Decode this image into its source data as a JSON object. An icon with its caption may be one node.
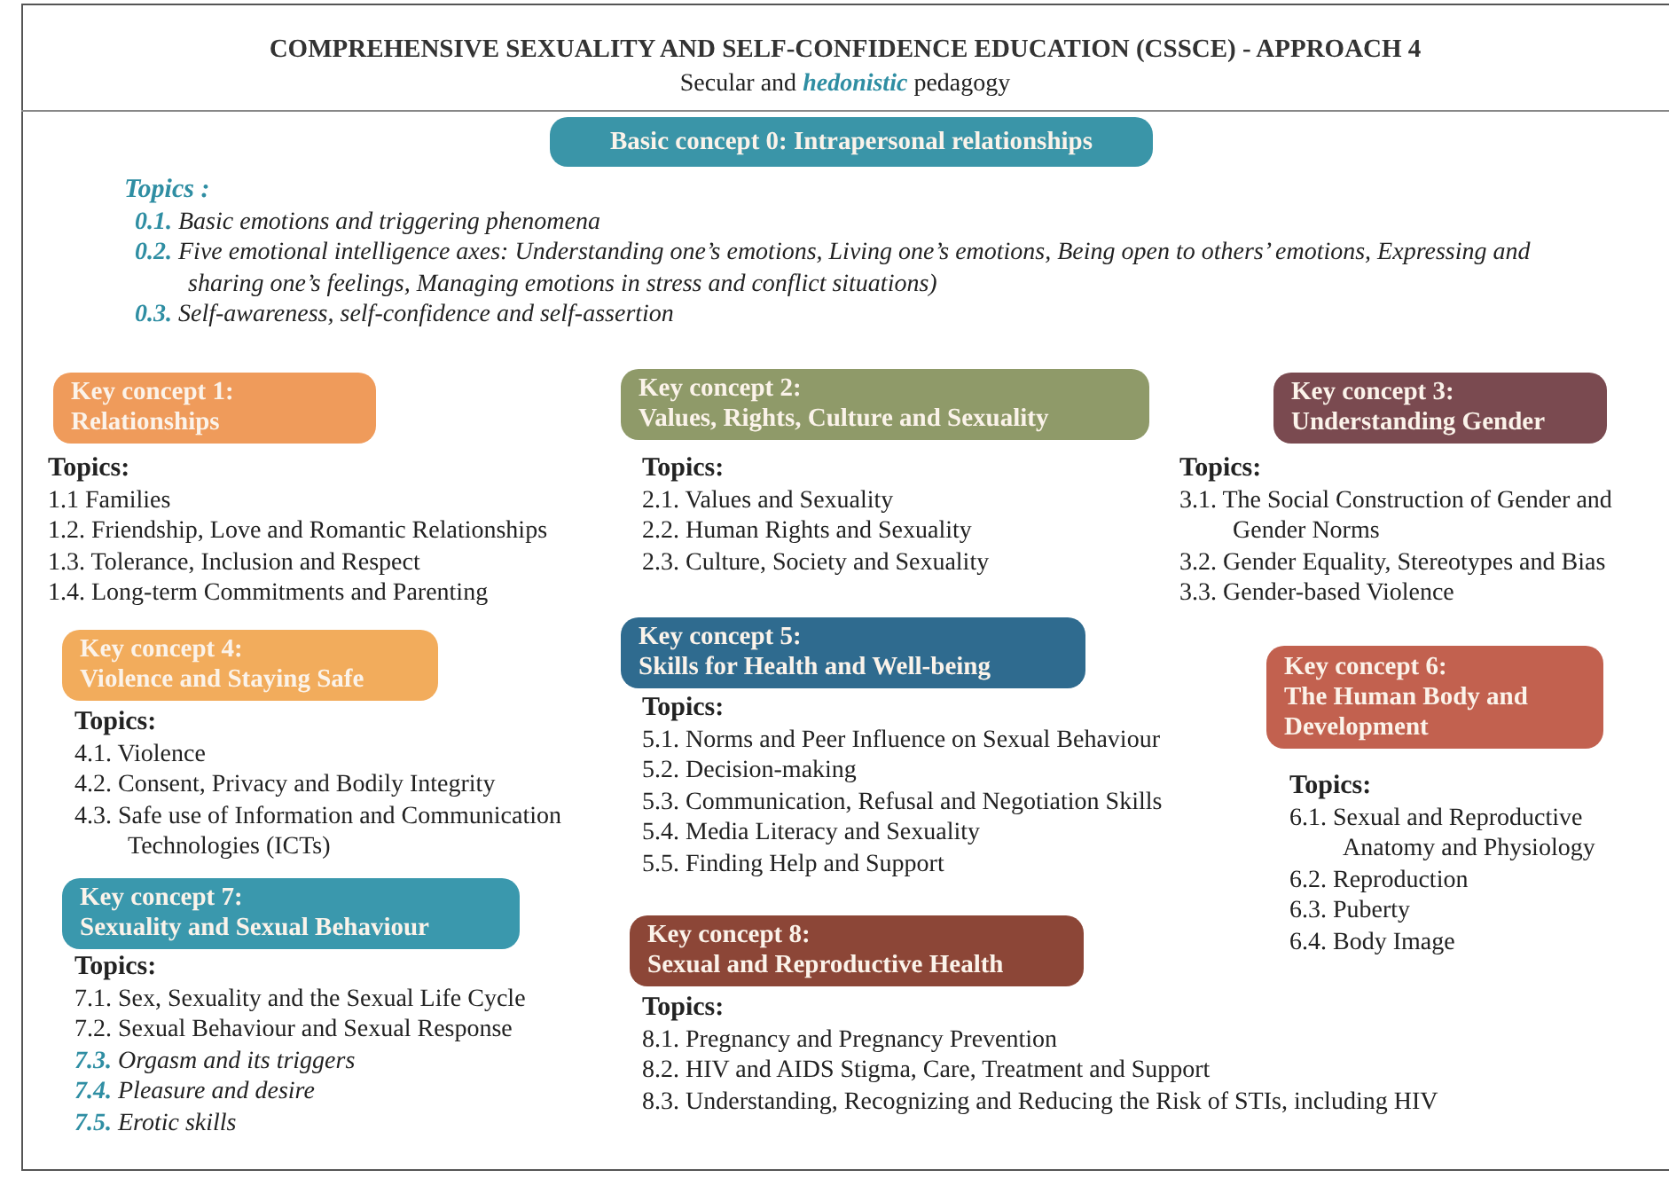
{
  "diagram": {
    "title": "COMPREHENSIVE SEXUALITY AND SELF-CONFIDENCE EDUCATION (CSSCE) - APPROACH 4",
    "nodes": [
      {
        "text": [
          "Basic concept 0: Intrapersonal relationships"
        ],
        "beside": [
          "Topics :",
          "**0.1.** *Basic emotions and triggering phenomena*",
          "**0.2.** *Five emotional intelligence axes: Understanding one’s emotions, Living one’s emotions, Being open to others’ emotions, Expressing and sharing one’s feelings, Managing emotions in stress and conflict situations)*",
          "**0.3.** *Self-awareness, self-confidence and self-assertion*"
        ]
      },
      {
        "text": [
          "Key concept 1:",
          "Relationships"
        ],
        "beside": [
          "Topics:",
          "1.1  Families",
          "1.2. Friendship, Love and Romantic Relationships",
          "1.3. Tolerance, Inclusion and Respect",
          "1.4. Long-term Commitments and Parenting"
        ]
      },
      {
        "text": [
          "Key concept 2:",
          "Values, Rights, Culture and Sexuality"
        ],
        "beside": [
          "Topics:",
          "2.1. Values and Sexuality",
          "2.2. Human Rights and Sexuality",
          "2.3. Culture, Society and Sexuality"
        ]
      },
      {
        "text": [
          "Key concept 3:",
          "Understanding Gender"
        ],
        "beside": [
          "Topics:",
          "3.1. The Social Construction of Gender and Gender Norms",
          "3.2. Gender Equality, Stereotypes and Bias",
          "3.3. Gender-based Violence"
        ]
      },
      {
        "text": [
          "Key concept 4:",
          "Violence and Staying Safe"
        ],
        "beside": [
          "Topics:",
          "4.1. Violence",
          "4.2. Consent, Privacy and Bodily Integrity",
          "4.3. Safe use of Information and Communication Technologies (ICTs)"
        ]
      },
      {
        "text": [
          "Key concept 5:",
          "Skills for Health and Well-being"
        ],
        "beside": [
          "Topics:",
          "5.1. Norms and Peer Influence on Sexual Behaviour",
          "5.2. Decision-making",
          "5.3. Communication, Refusal and Negotiation Skills",
          "5.4. Media Literacy and Sexuality",
          "5.5. Finding Help and Support"
        ]
      },
      {
        "text": [
          "Key concept 6:",
          "The Human Body and Development"
        ],
        "beside": [
          "Topics:",
          "6.1. Sexual and Reproductive Anatomy and Physiology",
          "6.2. Reproduction",
          "6.3. Puberty",
          "6.4. Body Image"
        ]
      },
      {
        "text": [
          "Key concept 7:",
          "Sexuality and Sexual Behaviour"
        ],
        "beside": [
          "Topics:",
          "7.1. Sex, Sexuality and the Sexual Life Cycle",
          "7.2. Sexual Behaviour and Sexual Response",
          "**7.3.** *Orgasm and its triggers*",
          "**7.4.** *Pleasure and desire*",
          "**7.5.** *Erotic skills*"
        ]
      },
      {
        "text": [
          "Key concept 8:",
          "Sexual and Reproductive Health"
        ],
        "beside": [
          "Topics:",
          "8.1. Pregnancy and Pregnancy Prevention",
          "8.2. HIV and AIDS Stigma, Care, Treatment and Support",
          "8.3. Understanding, Recognizing and Reducing the Risk of STIs, including HIV"
        ]
      }
    ],
    "labels": [
      "Secular and **hedonistic** pedagogy"
    ]
  }
}
